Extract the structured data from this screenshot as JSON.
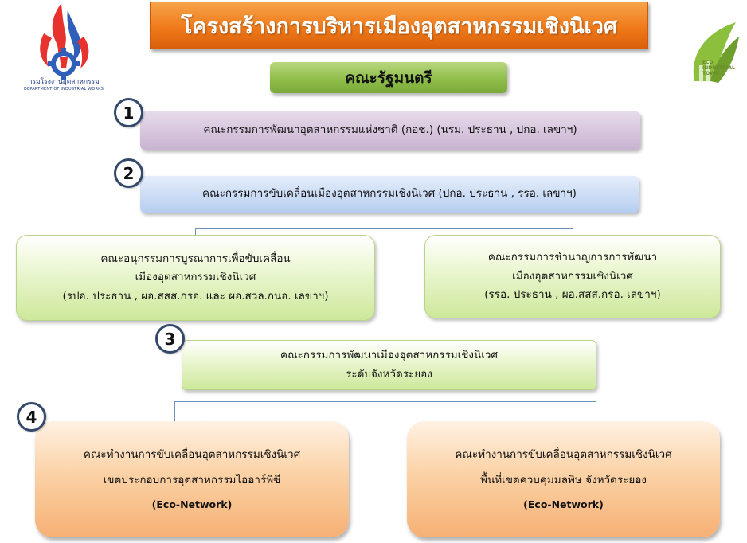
{
  "title": "โครงสร้างการบริหารเมืองอุตสาหกรรมเชิงนิเวศ",
  "logos": {
    "left_name": "กรมโรงงานอุตสาหกรรม",
    "left_sub": "DEPARTMENT OF INDUSTRIAL WORKS",
    "right_lines": [
      "ECO",
      "INDUSTRIAL",
      "TOWN"
    ]
  },
  "cabinet": "คณะรัฐมนตรี",
  "level_numbers": [
    "1",
    "2",
    "3",
    "4"
  ],
  "level1": "คณะกรรมการพัฒนาอุตสาหกรรมแห่งชาติ (กอช.) (นรม. ประธาน , ปกอ. เลขาฯ)",
  "level2": "คณะกรรมการขับเคลื่อนเมืองอุตสาหกรรมเชิงนิเวศ (ปกอ. ประธาน , รรอ. เลขาฯ)",
  "sub_left": [
    "คณะอนุกรรมการบูรณาการเพื่อขับเคลื่อน",
    "เมืองอุตสาหกรรมเชิงนิเวศ",
    "(รปอ. ประธาน , ผอ.สสส.กรอ. และ ผอ.สวล.กนอ. เลขาฯ)"
  ],
  "sub_right": [
    "คณะกรรมการชำนาญการการพัฒนา",
    "เมืองอุตสาหกรรมเชิงนิเวศ",
    "(รรอ. ประธาน , ผอ.สสส.กรอ. เลขาฯ)"
  ],
  "level3": [
    "คณะกรรมการพัฒนาเมืองอุตสาหกรรมเชิงนิเวศ",
    "ระดับจังหวัดระยอง"
  ],
  "wg_left": [
    "คณะทำงานการขับเคลื่อนอุตสาหกรรมเชิงนิเวศ",
    "เขตประกอบการอุตสาหกรรมไออาร์พีซี",
    "(Eco-Network)"
  ],
  "wg_right": [
    "คณะทำงานการขับเคลื่อนอุตสาหกรรมเชิงนิเวศ",
    "พื้นที่เขตควบคุมมลพิษ จังหวัดระยอง",
    "(Eco-Network)"
  ],
  "colors": {
    "title_bg": "#f07a1a",
    "cabinet_bg": "#8fbe4a",
    "level1_bg": "#c9b3d1",
    "level2_bg": "#b6cdf0",
    "green_box_bg": "#cde89a",
    "orange_box_bg": "#f6b074",
    "connector": "#6f8fb5",
    "number_ring": "#33486b"
  }
}
